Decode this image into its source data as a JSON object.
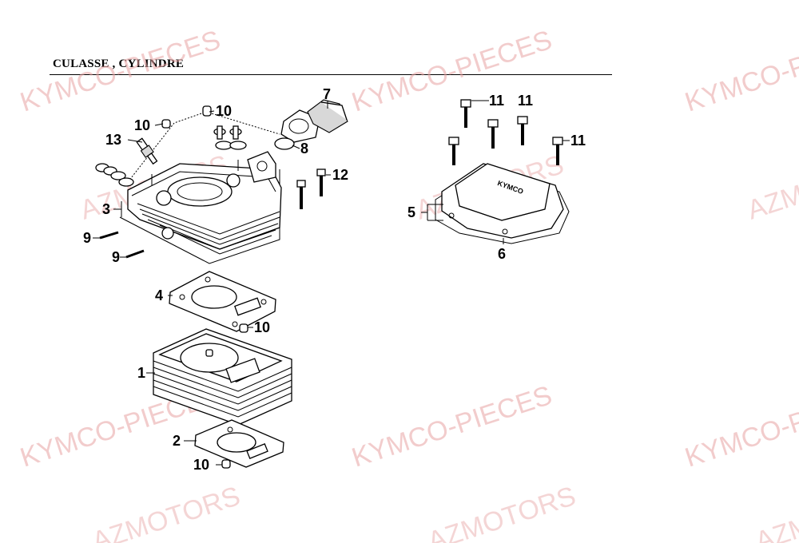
{
  "title": "CULASSE , CYLINDRE",
  "watermarks": {
    "kymco": "KYMCO-PIECES",
    "azm": "AZMOTORS"
  },
  "labels": {
    "p1": "1",
    "p2": "2",
    "p3": "3",
    "p4": "4",
    "p5": "5",
    "p6": "6",
    "p7": "7",
    "p8": "8",
    "p9a": "9",
    "p9b": "9",
    "p10a": "10",
    "p10b": "10",
    "p10c": "10",
    "p10d": "10",
    "p11a": "11",
    "p11b": "11",
    "p11c": "11",
    "p12": "12",
    "p13": "13"
  },
  "cover_brand": "KYMCO",
  "colors": {
    "watermark": "#e8a3a3",
    "line": "#000000"
  }
}
